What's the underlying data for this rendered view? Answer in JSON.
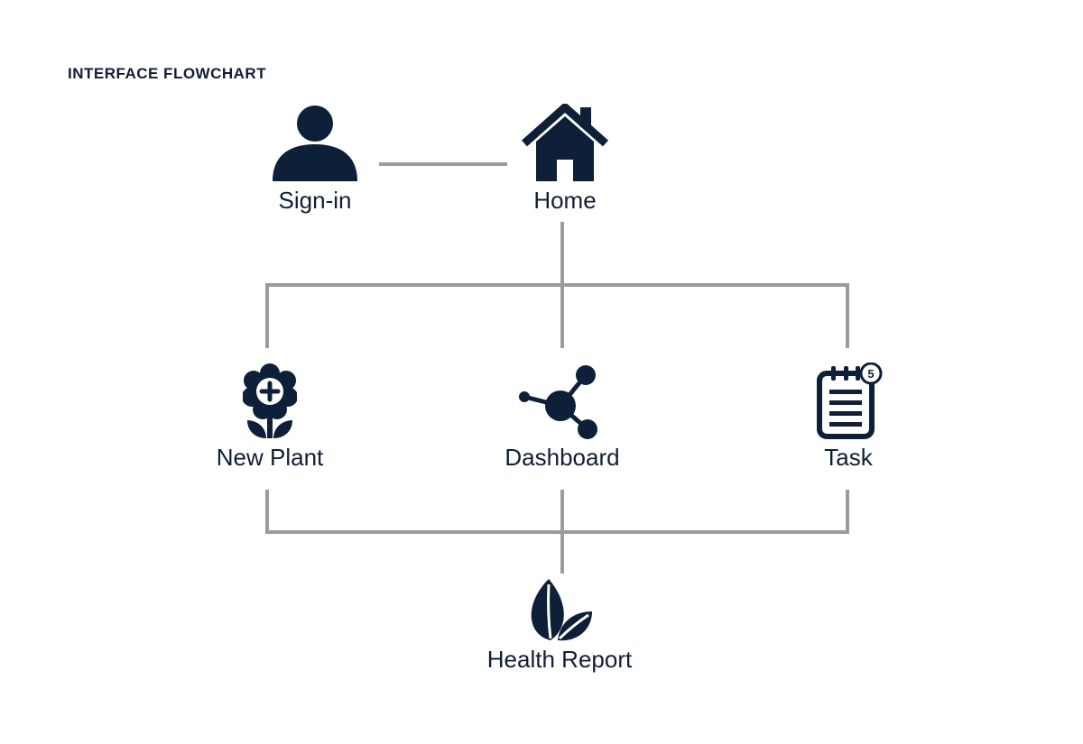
{
  "title": "INTERFACE FLOWCHART",
  "colors": {
    "icon": "#0e1f3a",
    "connector": "#9b9b9b",
    "background": "#ffffff"
  },
  "nodes": {
    "signin": {
      "label": "Sign-in",
      "icon": "person-icon"
    },
    "home": {
      "label": "Home",
      "icon": "house-icon"
    },
    "new_plant": {
      "label": "New Plant",
      "icon": "flower-add-icon"
    },
    "dashboard": {
      "label": "Dashboard",
      "icon": "network-icon"
    },
    "task": {
      "label": "Task",
      "icon": "notepad-icon",
      "badge": "5"
    },
    "health_report": {
      "label": "Health Report",
      "icon": "leaves-icon"
    }
  },
  "edges": [
    [
      "signin",
      "home"
    ],
    [
      "home",
      "new_plant"
    ],
    [
      "home",
      "dashboard"
    ],
    [
      "home",
      "task"
    ],
    [
      "new_plant",
      "health_report"
    ],
    [
      "dashboard",
      "health_report"
    ],
    [
      "task",
      "health_report"
    ]
  ]
}
